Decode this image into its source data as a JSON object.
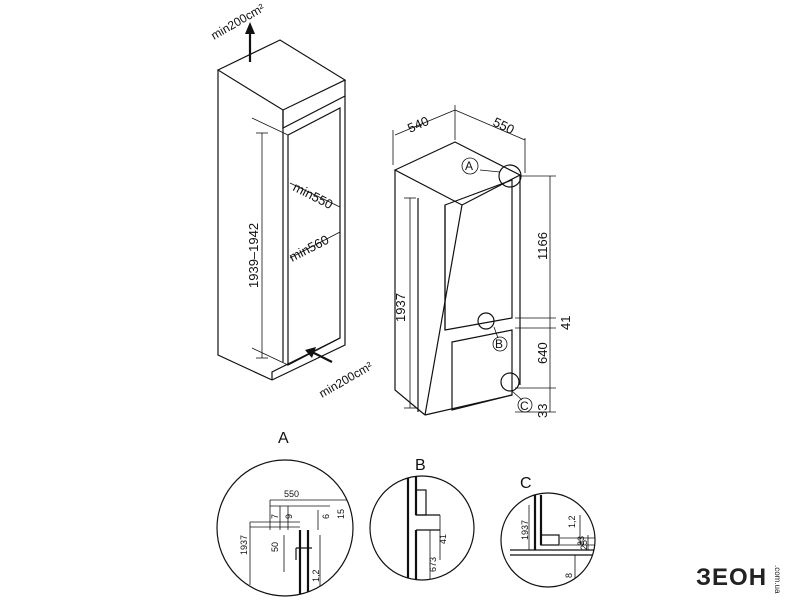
{
  "niche": {
    "top_vent": "min200cm²",
    "bottom_vent": "min200cm²",
    "height": "1939–1942",
    "depth": "min550",
    "width": "min560"
  },
  "appliance": {
    "width": "540",
    "depth": "550",
    "height": "1937",
    "upper": "1166",
    "gap": "41",
    "lower": "640",
    "base": "33",
    "marker_a": "A",
    "marker_b": "B",
    "marker_c": "C"
  },
  "detail_a": {
    "title": "A",
    "d550": "550",
    "d7": "7",
    "d9": "9",
    "d6": "6",
    "d15": "15",
    "d1937": "1937",
    "d50": "50",
    "d12": "1,2"
  },
  "detail_b": {
    "title": "B",
    "d41": "41",
    "d673": "673"
  },
  "detail_c": {
    "title": "C",
    "d1937": "1937",
    "d12": "1,2",
    "d25": "25",
    "d33": "33",
    "d8": "8"
  },
  "brand": {
    "name": "ЗЕОН",
    "domain": ".com.ua"
  }
}
